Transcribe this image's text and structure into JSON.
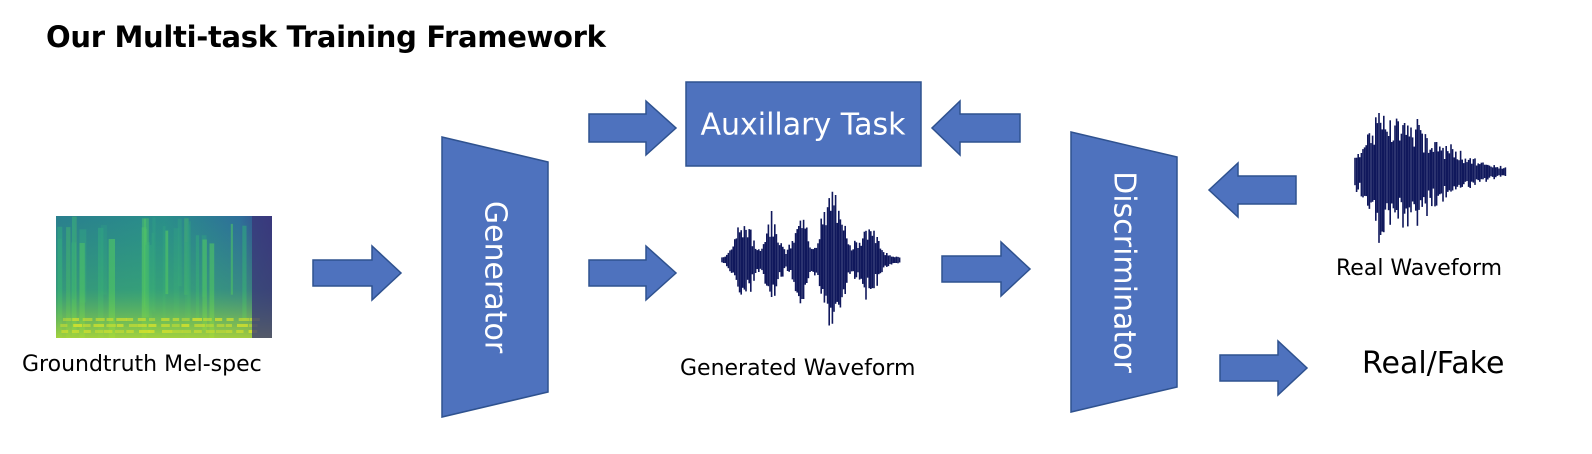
{
  "title": "Our Multi-task Training Framework",
  "blocks": {
    "generator": "Generator",
    "discriminator": "Discriminator",
    "auxiliary": "Auxillary Task"
  },
  "labels": {
    "mel_spec": "Groundtruth Mel-spec",
    "generated_waveform": "Generated Waveform",
    "real_waveform": "Real Waveform",
    "real_fake": "Real/Fake"
  },
  "colors": {
    "block_fill": "#4e72be",
    "block_stroke": "#2f528f",
    "arrow_fill": "#4e72be",
    "waveform": "#10185c",
    "block_text": "#ffffff"
  },
  "icons": [
    "spectrogram-image",
    "generated-waveform-icon",
    "real-waveform-icon",
    "arrow-right-icon",
    "arrow-left-icon"
  ]
}
